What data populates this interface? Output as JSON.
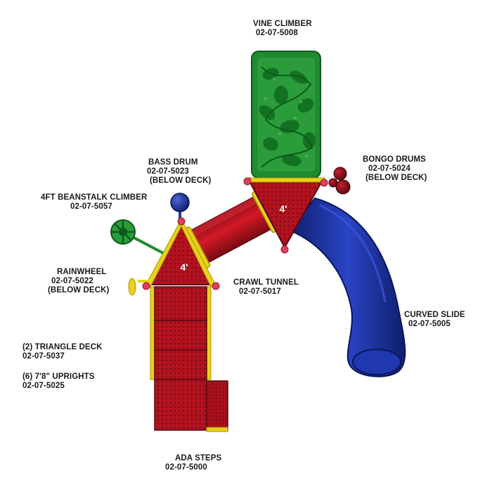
{
  "colors": {
    "deck_red": "#b3121f",
    "deck_dark": "#7d0c15",
    "tunnel_red": "#c2141f",
    "upright_yellow": "#e8d21a",
    "slide_blue": "#1a2f9c",
    "slide_blue_dark": "#0f1f6e",
    "climber_green": "#1f8a2f",
    "climber_dark": "#0d5a1b",
    "connector_pink": "#e0405a",
    "drum_blue": "#1f3aa8",
    "bongo_red": "#8a0f18"
  },
  "labels": {
    "vine_climber": {
      "name": "VINE CLIMBER",
      "code": "02-07-5008"
    },
    "bongo_drums": {
      "name": "BONGO DRUMS",
      "code": "02-07-5024",
      "note": "(BELOW DECK)"
    },
    "bass_drum": {
      "name": "BASS DRUM",
      "code": "02-07-5023",
      "note": "(BELOW DECK)"
    },
    "beanstalk_climber": {
      "name": "4FT BEANSTALK CLIMBER",
      "code": "02-07-5057"
    },
    "rainwheel": {
      "name": "RAINWHEEL",
      "code": "02-07-5022",
      "note": "(BELOW DECK)"
    },
    "crawl_tunnel": {
      "name": "CRAWL TUNNEL",
      "code": "02-07-5017"
    },
    "curved_slide": {
      "name": "CURVED SLIDE",
      "code": "02-07-5005"
    },
    "triangle_deck": {
      "name": "(2) TRIANGLE DECK",
      "code": "02-07-5037"
    },
    "uprights": {
      "name": "(6) 7'8\" UPRIGHTS",
      "code": "02-07-5025"
    },
    "ada_steps": {
      "name": "ADA STEPS",
      "code": "02-07-5000"
    }
  },
  "decks": {
    "left_height": "4'",
    "right_height": "4'"
  }
}
